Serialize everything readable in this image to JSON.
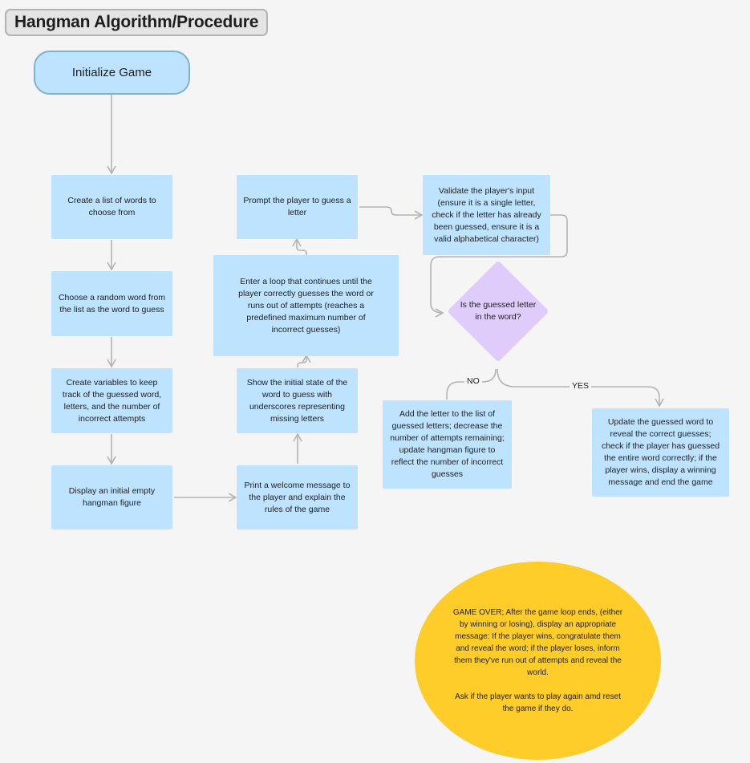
{
  "title": "Hangman Algorithm/Procedure",
  "nodes": {
    "initialize": "Initialize Game",
    "create_list": "Create a list of words to choose from",
    "choose_word": "Choose a random word from the list as the word to guess",
    "create_vars": "Create variables to keep track of the guessed word, letters, and the number of incorrect attempts",
    "display_figure": "Display an initial empty hangman figure",
    "print_welcome": "Print a welcome message to the player and explain the rules of the game",
    "show_state": "Show the initial state of the word to guess with underscores representing missing letters",
    "enter_loop": "Enter a loop that continues until the player correctly guesses the word or runs out of attempts (reaches a predefined maximum number  of incorrect guesses)",
    "prompt": "Prompt the player to guess a letter",
    "validate": "Validate the player's input (ensure it is a single letter, check if the letter has already been guessed, ensure it is a valid alphabetical character)",
    "decision": "Is the guessed letter in the word?",
    "no_branch": "Add the letter to the list of guessed letters; decrease the number of attempts remaining; update hangman figure to reflect the number of incorrect guesses",
    "yes_branch": "Update the guessed word to reveal the correct guesses; check if the player has guessed the entire word correctly; if the player wins, display a winning message and end the game"
  },
  "edge_labels": {
    "no": "NO",
    "yes": "YES"
  },
  "game_over": {
    "main": "GAME OVER; After the game loop ends, (either by winning or losing), display an appropriate message: If the player wins, congratulate them and reveal the word; if the player loses, inform them they've run out of attempts and reveal the world.",
    "followup": "Ask if the player wants to play again amd reset the game if they do."
  },
  "colors": {
    "process": "#bde3ff",
    "decision": "#e0ccfa",
    "terminal": "#ffcd29",
    "connector": "#b3b3b3"
  }
}
